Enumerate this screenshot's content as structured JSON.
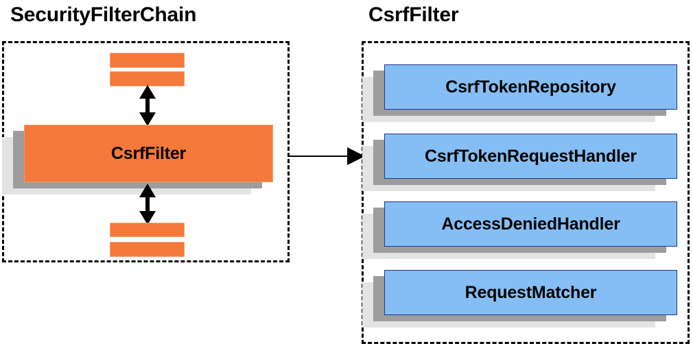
{
  "diagram": {
    "type": "component-relationship-diagram",
    "background_color": "#ffffff",
    "palette": {
      "orange_fill": "#f4793b",
      "orange_border": "#f09b72",
      "blue_fill": "#85bef4",
      "blue_border": "#20348c",
      "shadow_near": "#9d9d9d",
      "shadow_far": "#e3e3e3",
      "outline": "#000000"
    }
  },
  "panels": [
    {
      "id": "security-filter-chain",
      "title": "SecurityFilterChain",
      "border_style": "dashed"
    },
    {
      "id": "csrf-filter",
      "title": "CsrfFilter",
      "border_style": "dashed"
    }
  ],
  "left_panel": {
    "title": "SecurityFilterChain",
    "filters_above": [
      {
        "label": "",
        "name": "filter-bar-above-1"
      },
      {
        "label": "",
        "name": "filter-bar-above-2"
      }
    ],
    "highlighted_filter": {
      "label": "CsrfFilter",
      "color": "#f4793b"
    },
    "filters_below": [
      {
        "label": "",
        "name": "filter-bar-below-1"
      },
      {
        "label": "",
        "name": "filter-bar-below-2"
      }
    ],
    "connectors": [
      {
        "name": "arrow-above-csrffilter",
        "direction": "bidirectional",
        "orientation": "vertical"
      },
      {
        "name": "arrow-below-csrffilter",
        "direction": "bidirectional",
        "orientation": "horizontal-none"
      }
    ]
  },
  "right_panel": {
    "title": "CsrfFilter",
    "collaborators": [
      {
        "label": "CsrfTokenRepository",
        "color": "#85bef4"
      },
      {
        "label": "CsrfTokenRequestHandler",
        "color": "#85bef4"
      },
      {
        "label": "AccessDeniedHandler",
        "color": "#85bef4"
      },
      {
        "label": "RequestMatcher",
        "color": "#85bef4"
      }
    ]
  },
  "link": {
    "name": "csrffilter-to-detail-arrow",
    "direction": "right",
    "from": "CsrfFilter",
    "to": "CsrfFilter detail panel"
  }
}
